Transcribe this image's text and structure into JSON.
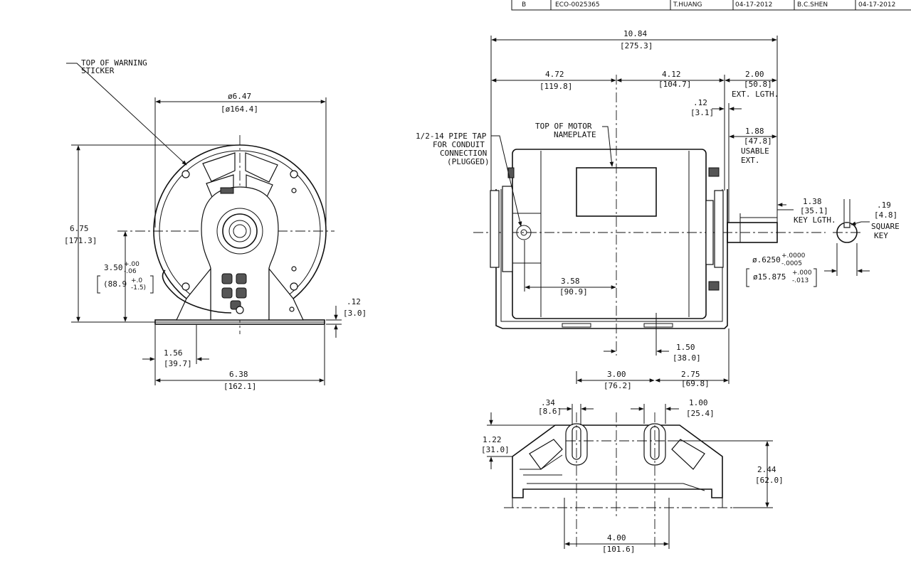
{
  "revision_table": {
    "rev": "B",
    "eco": "ECO-0025365",
    "drawn_by": "T.HUANG",
    "drawn_date": "04-17-2012",
    "approved_by": "B.C.SHEN",
    "approved_date": "04-17-2012"
  },
  "end_view": {
    "note_warning_line1": "TOP OF WARNING",
    "note_warning_line2": "STICKER",
    "dim_diameter": "ø6.47",
    "dim_diameter_mm": "[ø164.4]",
    "dim_height": "6.75",
    "dim_height_mm": "[171.3]",
    "dim_center_height": "3.50",
    "dim_center_tol_plus": "+.00",
    "dim_center_tol_minus": "-.06",
    "dim_center_mm": "(88.9",
    "dim_center_mm_tol_plus": "+.0",
    "dim_center_mm_tol_minus": "-1.5)",
    "dim_base_thk": ".12",
    "dim_base_thk_mm": "[3.0]",
    "dim_foot_offset": "1.56",
    "dim_foot_offset_mm": "[39.7]",
    "dim_base_width": "6.38",
    "dim_base_width_mm": "[162.1]"
  },
  "side_view": {
    "dim_overall": "10.84",
    "dim_overall_mm": "[275.3]",
    "dim_left": "4.72",
    "dim_left_mm": "[119.8]",
    "dim_right": "4.12",
    "dim_right_mm": "[104.7]",
    "dim_ext": "2.00",
    "dim_ext_mm": "[50.8]",
    "dim_ext_label": "EXT. LGTH.",
    "dim_shoulder": ".12",
    "dim_shoulder_mm": "[3.1]",
    "dim_usable": "1.88",
    "dim_usable_mm": "[47.8]",
    "dim_usable_label1": "USABLE",
    "dim_usable_label2": "EXT.",
    "note_nameplate1": "TOP OF MOTOR",
    "note_nameplate2": "NAMEPLATE",
    "note_pipe1": "1/2-14 PIPE TAP",
    "note_pipe2": "FOR CONDUIT",
    "note_pipe3": "CONNECTION",
    "note_pipe4": "(PLUGGED)",
    "dim_key_len": "1.38",
    "dim_key_len_mm": "[35.1]",
    "dim_key_len_label": "KEY LGTH.",
    "dim_key": ".19",
    "dim_key_mm": "[4.8]",
    "dim_key_label1": "SQUARE",
    "dim_key_label2": "KEY",
    "dim_shaft": "ø.6250",
    "dim_shaft_tol_plus": "+.0000",
    "dim_shaft_tol_minus": "-.0005",
    "dim_shaft_mm": "ø15.875",
    "dim_shaft_mm_tol_plus": "+.000",
    "dim_shaft_mm_tol_minus": "-.013",
    "dim_tap": "3.58",
    "dim_tap_mm": "[90.9]",
    "dim_base_off": "1.50",
    "dim_base_off_mm": "[38.0]"
  },
  "base_view": {
    "dim_slot_span": "3.00",
    "dim_slot_span_mm": "[76.2]",
    "dim_to_end": "2.75",
    "dim_to_end_mm": "[69.8]",
    "dim_slot_w": ".34",
    "dim_slot_w_mm": "[8.6]",
    "dim_slot_len": "1.00",
    "dim_slot_len_mm": "[25.4]",
    "dim_slot_off": "1.22",
    "dim_slot_off_mm": "[31.0]",
    "dim_depth": "2.44",
    "dim_depth_mm": "[62.0]",
    "dim_holes": "4.00",
    "dim_holes_mm": "[101.6]"
  }
}
